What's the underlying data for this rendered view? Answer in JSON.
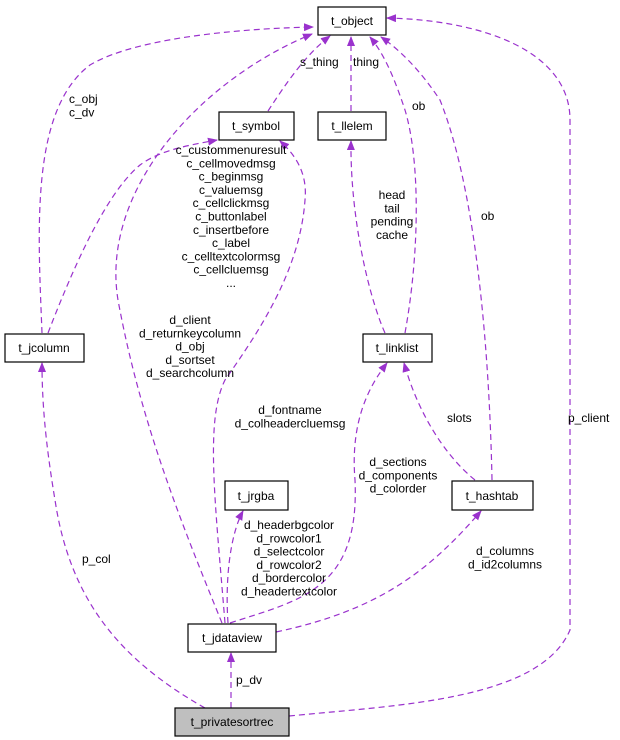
{
  "nodes": {
    "t_object": "t_object",
    "t_symbol": "t_symbol",
    "t_llelem": "t_llelem",
    "t_jcolumn": "t_jcolumn",
    "t_linklist": "t_linklist",
    "t_jrgba": "t_jrgba",
    "t_hashtab": "t_hashtab",
    "t_jdataview": "t_jdataview",
    "t_privatesortrec": "t_privatesortrec"
  },
  "edge_labels": {
    "jcolumn_object": [
      "c_obj",
      "c_dv"
    ],
    "symbol_object": "s_thing",
    "llelem_object": "thing",
    "linklist_object": "ob",
    "hashtab_object": "ob",
    "jcolumn_symbol": [
      "c_custommenuresult",
      "c_cellmovedmsg",
      "c_beginmsg",
      "c_valuemsg",
      "c_cellclickmsg",
      "c_buttonlabel",
      "c_insertbefore",
      "c_label",
      "c_celltextcolormsg",
      "c_cellcluemsg",
      "..."
    ],
    "jdataview_object": [
      "d_client",
      "d_returnkeycolumn",
      "d_obj",
      "d_sortset",
      "d_searchcolumn"
    ],
    "linklist_llelem": [
      "head",
      "tail",
      "pending",
      "cache"
    ],
    "jdataview_symbol": [
      "d_fontname",
      "d_colheadercluemsg"
    ],
    "hashtab_linklist": "slots",
    "privatesortrec_object": "p_client",
    "jdataview_linklist": [
      "d_sections",
      "d_components",
      "d_colorder"
    ],
    "jdataview_jrgba": [
      "d_headerbgcolor",
      "d_rowcolor1",
      "d_selectcolor",
      "d_rowcolor2",
      "d_bordercolor",
      "d_headertextcolor"
    ],
    "jdataview_hashtab": [
      "d_columns",
      "d_id2columns"
    ],
    "privatesortrec_jcolumn": "p_col",
    "privatesortrec_jdataview": "p_dv"
  },
  "colors": {
    "edge": "#9a32cd",
    "main_node_fill": "#bfbfbf"
  }
}
